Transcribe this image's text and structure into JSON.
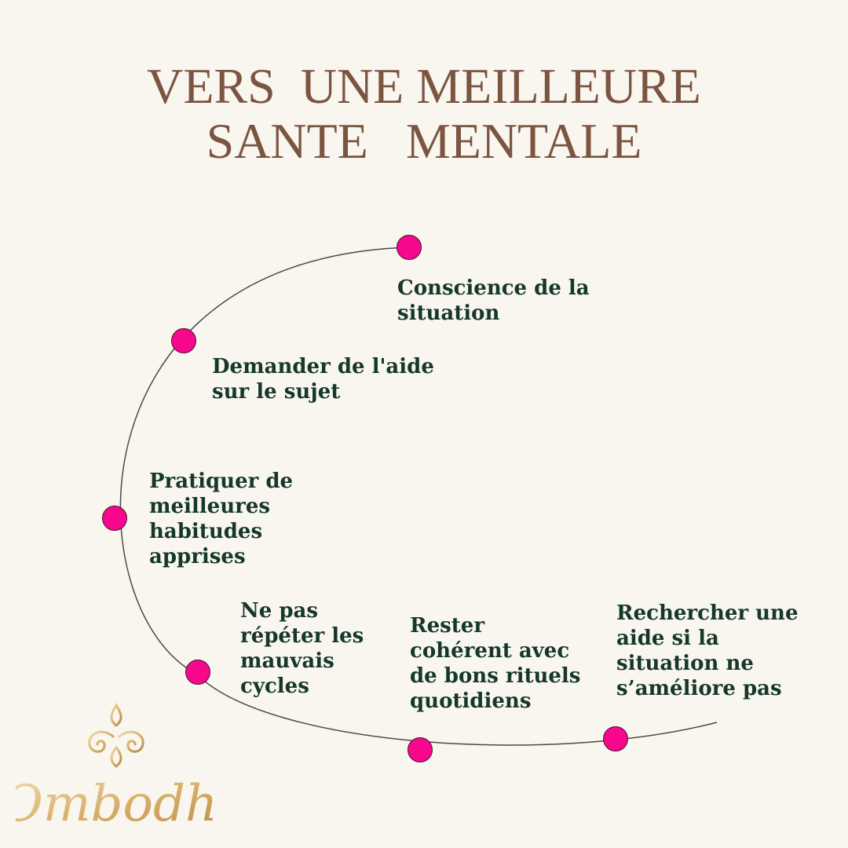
{
  "title": {
    "line1": "VERS  UNE MEILLEURE",
    "line2": "SANTE   MENTALE"
  },
  "steps": [
    {
      "lines": [
        "Conscience de la",
        "situation"
      ]
    },
    {
      "lines": [
        "Demander de l'aide",
        "sur le sujet"
      ]
    },
    {
      "lines": [
        "Pratiquer de",
        "meilleures",
        "habitudes",
        "apprises"
      ]
    },
    {
      "lines": [
        "Ne pas",
        "répéter les",
        "mauvais",
        "cycles"
      ]
    },
    {
      "lines": [
        "Rester",
        "cohérent avec",
        "de bons rituels",
        "quotidiens"
      ]
    },
    {
      "lines": [
        "Rechercher une",
        "aide si la",
        "situation ne",
        "s’améliore pas"
      ]
    }
  ],
  "logo": {
    "brand": "Ombodhi",
    "icon": "lotus-swirl-icon"
  },
  "colors": {
    "title": "#7b5542",
    "text": "#15382b",
    "dot": "#f7078c",
    "background": "#f9f5ef",
    "logo_gold": "#d9b06a"
  }
}
